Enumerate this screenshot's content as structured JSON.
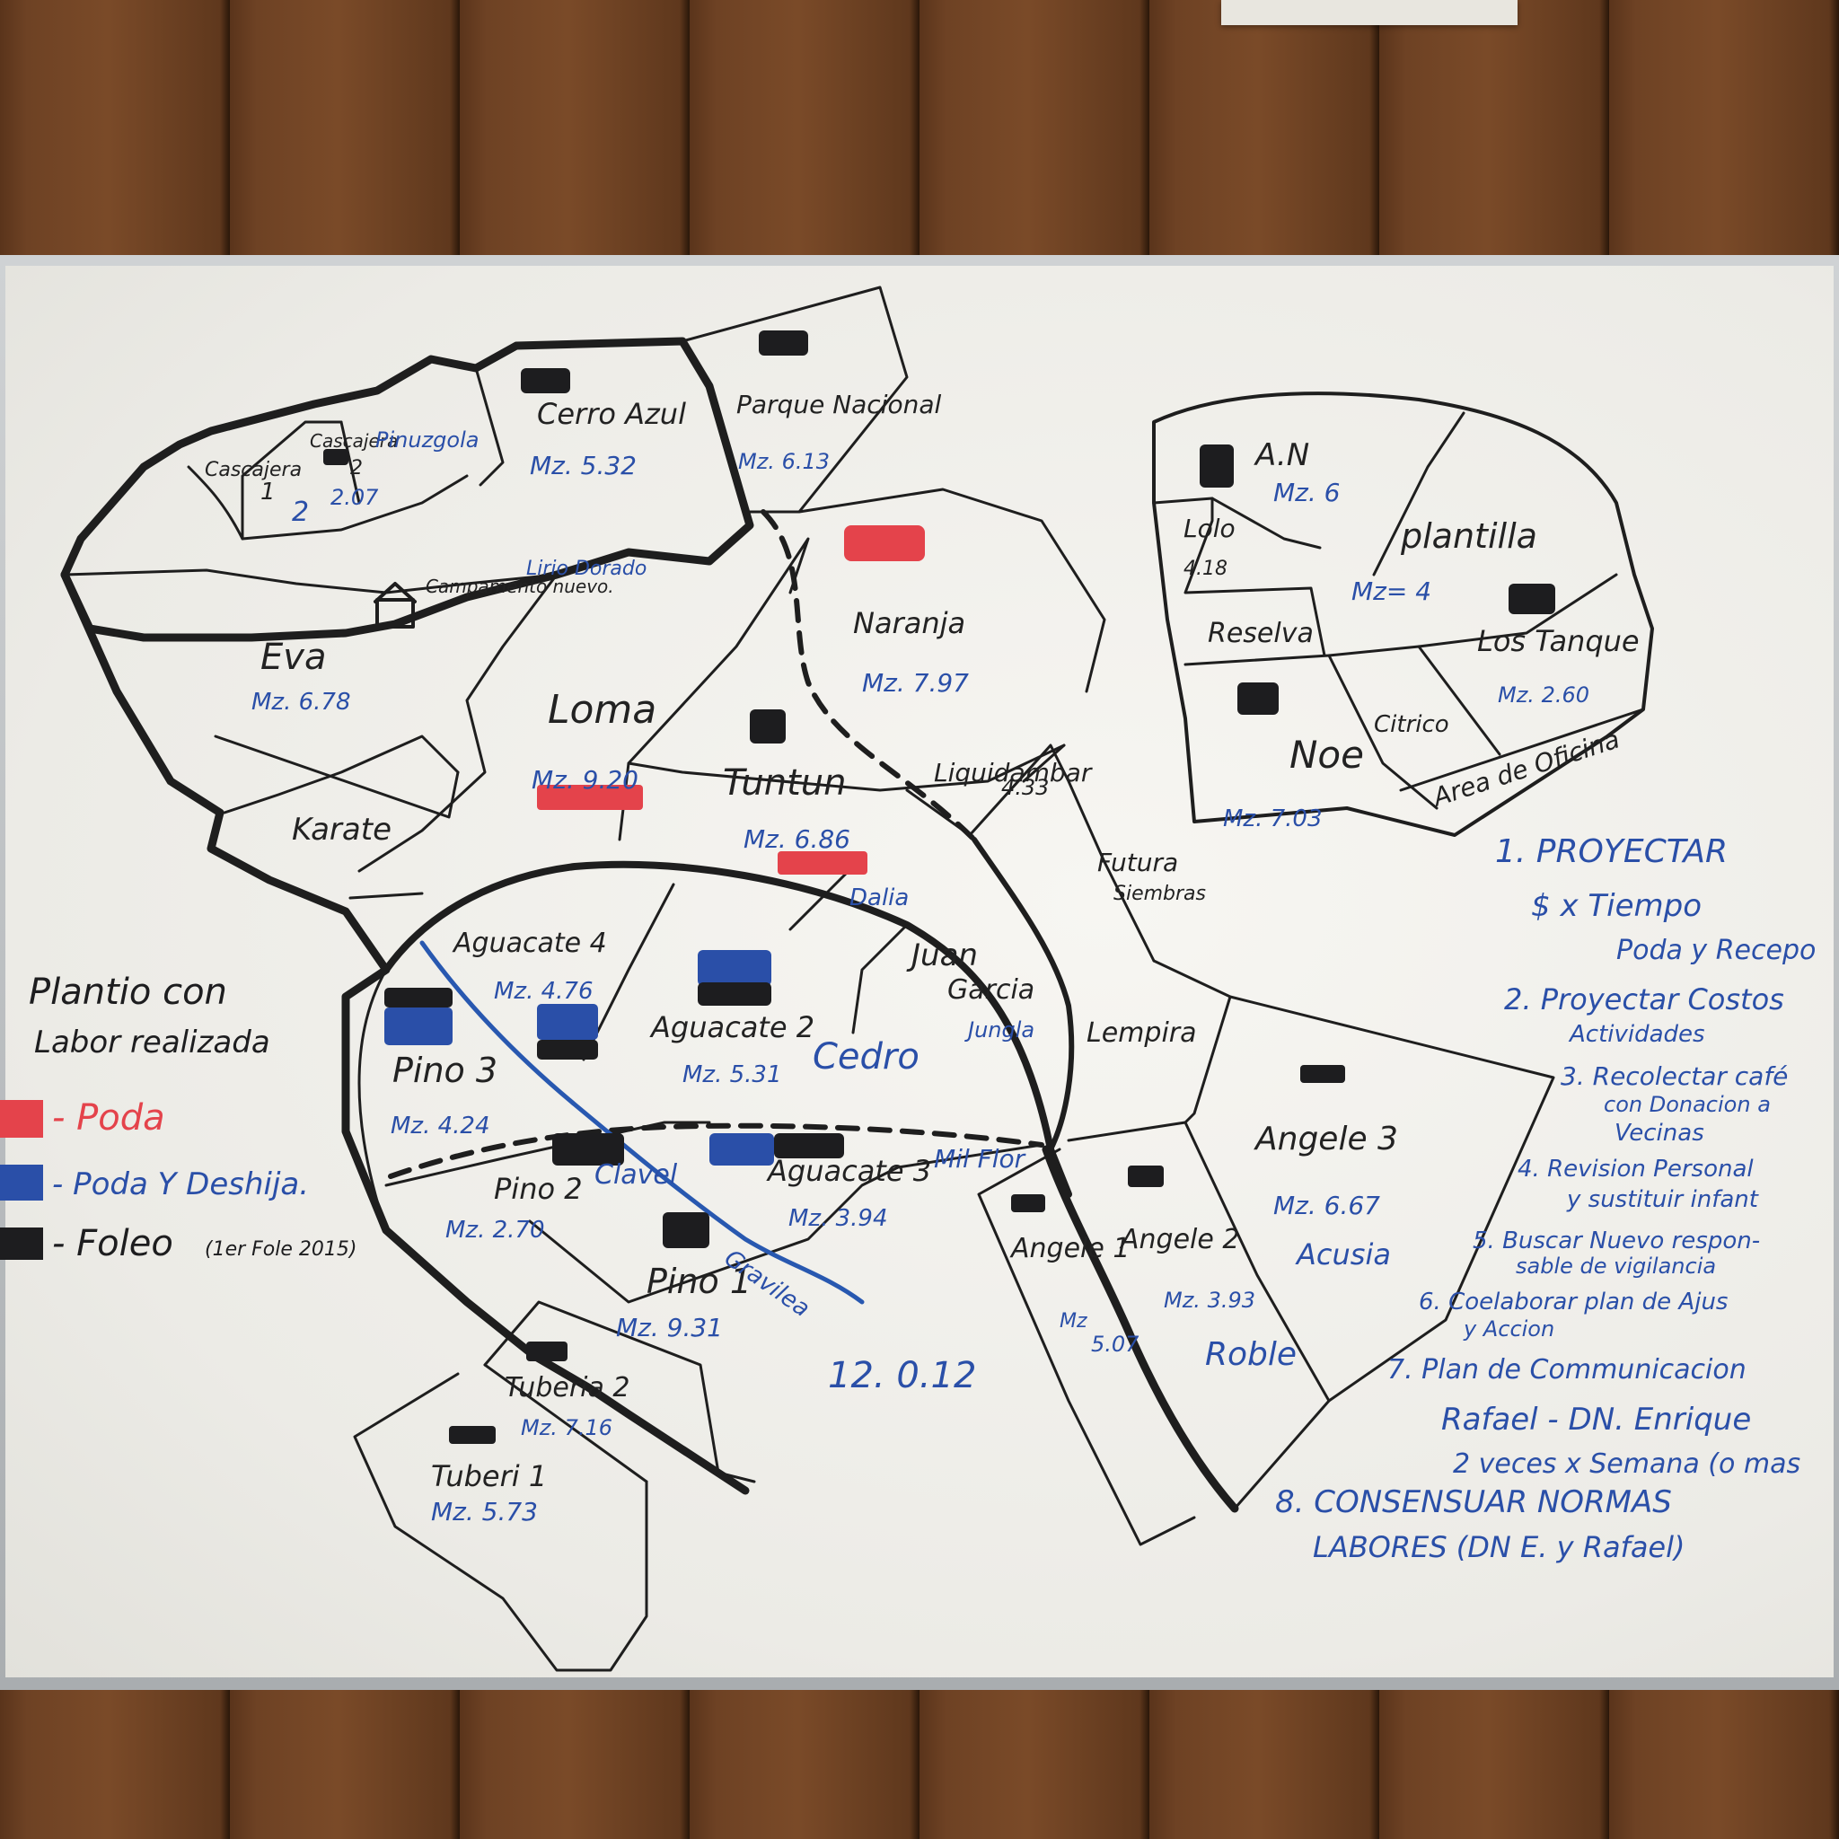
{
  "legend": {
    "title_line1": "Plantio con",
    "title_line2": "Labor realizada",
    "items": [
      {
        "label": "- Poda",
        "color": "#e4434b"
      },
      {
        "label": "- Poda Y Deshija.",
        "color": "#2a4fa8"
      },
      {
        "label": "- Foleo",
        "note": "(1er Fole 2015)",
        "color": "#1d1d1f"
      }
    ]
  },
  "plots": {
    "cascajera1": "Cascajera",
    "cascajera1_num": "1",
    "cascajera1_val": "2",
    "cascajera2": "Cascajera",
    "cascajera2_num": "2",
    "cascajera2_val": "2.07",
    "pinuzgola": "Pinuzgola",
    "cerro_azul": "Cerro Azul",
    "cerro_azul_mz": "Mz. 5.32",
    "parque_nacional": "Parque Nacional",
    "parque_nacional_mz": "Mz. 6.13",
    "campamento": "Campamento nuevo.",
    "lirio_dorado": "Lirio Dorado",
    "eva": "Eva",
    "eva_mz": "Mz. 6.78",
    "loma": "Loma",
    "loma_mz": "Mz. 9.20",
    "karate": "Karate",
    "naranja": "Naranja",
    "naranja_mz": "Mz. 7.97",
    "tuntun": "Tuntun",
    "tuntun_mz": "Mz. 6.86",
    "dalia": "Dalia",
    "liquidambar": "Liquidambar",
    "liquidambar_val": "4.33",
    "futura": "Futura",
    "siembras": "Siembras",
    "aguacate4": "Aguacate 4",
    "aguacate4_mz": "Mz. 4.76",
    "aguacate2": "Aguacate 2",
    "aguacate2_mz": "Mz. 5.31",
    "cedro": "Cedro",
    "juan_garcia": "Juan",
    "juan_garcia2": "Garcia",
    "jungla": "Jungla",
    "lempira": "Lempira",
    "pino3": "Pino 3",
    "pino3_mz": "Mz. 4.24",
    "pino2": "Pino 2",
    "clavel": "Clavel",
    "pino2_mz": "Mz. 2.70",
    "aguacate3": "Aguacate 3",
    "aguacate3_mz": "Mz. 3.94",
    "milflor": "Mil Flor",
    "pino1": "Pino 1",
    "pino1_mz": "Mz. 9.31",
    "gravilea": "Gravilea",
    "tuberia2": "Tuberia 2",
    "tuberia2_mz": "Mz. 7.16",
    "tuberia1": "Tuberi 1",
    "tuberia1_mz": "Mz. 5.73",
    "total": "12. 0.12",
    "angele1": "Angele 1",
    "angele1_mz1": "Mz",
    "angele1_mz2": "5.07",
    "angele2": "Angele 2",
    "angele2_mz": "Mz. 3.93",
    "roble": "Roble",
    "angele3": "Angele 3",
    "angele3_mz": "Mz. 6.67",
    "acusia": "Acusia",
    "an": "A.N",
    "an_mz": "Mz. 6",
    "lolo": "Lolo",
    "lolo_val": "4.18",
    "plantilla": "plantilla",
    "plantilla_mz": "Mz= 4",
    "reselva": "Reselva",
    "los_tanque": "Los Tanque",
    "los_tanque_mz": "Mz. 2.60",
    "noe": "Noe",
    "noe_mz": "Mz. 7.03",
    "citrico": "Citrico",
    "area_oficina": "Area de Oficina"
  },
  "tasks": [
    "1. PROYECTAR",
    "$ x Tiempo",
    "Poda y Recepo",
    "2. Proyectar Costos",
    "Actividades",
    "3. Recolectar café",
    "con Donacion a",
    "Vecinas",
    "4. Revision Personal",
    "y sustituir infant",
    "5. Buscar Nuevo respon-",
    "sable de vigilancia",
    "6. Coelaborar plan de Ajus",
    "y Accion",
    "7. Plan de Communicacion",
    "Rafael - DN. Enrique",
    "2 veces x Semana (o mas",
    "8. CONSENSUAR NORMAS",
    "LABORES (DN E. y Rafael)"
  ],
  "colors": {
    "marker_black": "#1d1d1f",
    "marker_blue": "#2a4fa8",
    "marker_red": "#e4434b"
  }
}
